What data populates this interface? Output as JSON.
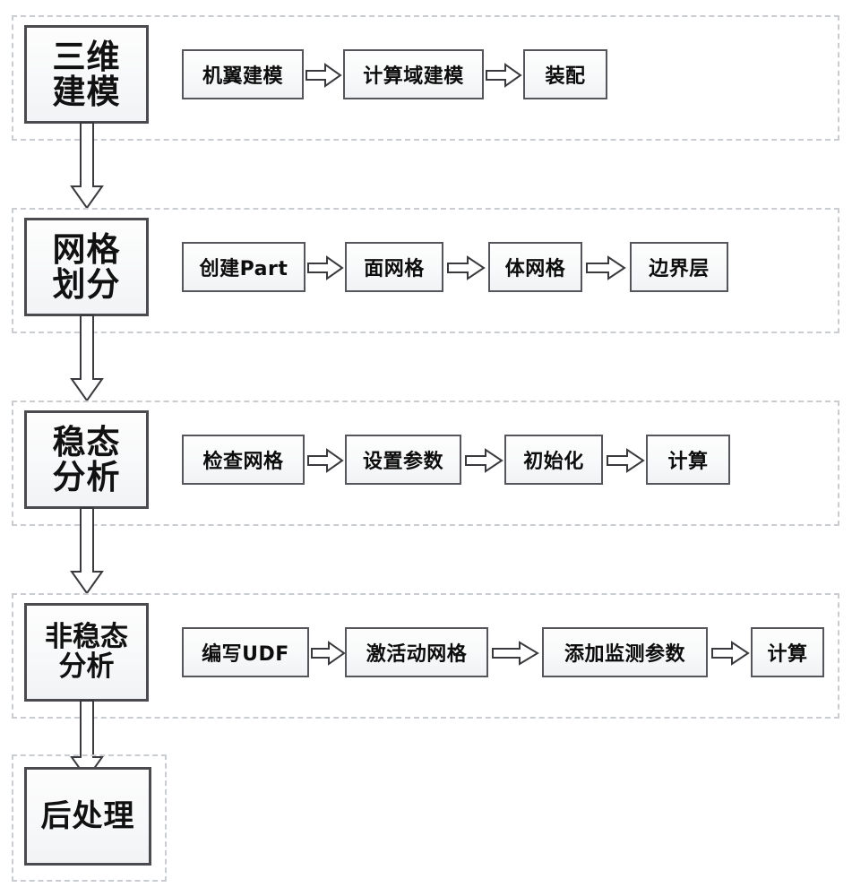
{
  "diagram": {
    "title": "CFD Wing Simulation Workflow Flowchart",
    "orientation": "vertical",
    "accent_border": "#4a4a4f",
    "dashed_border": "#c9cdd2",
    "box_fill": "#f8f9fa",
    "stages": [
      {
        "id": "stage-3d-modeling",
        "label": "三维\n建模",
        "steps": [
          {
            "id": "step-wing-modeling",
            "label": "机翼建模"
          },
          {
            "id": "step-domain-modeling",
            "label": "计算域建模"
          },
          {
            "id": "step-assembly",
            "label": "装配"
          }
        ]
      },
      {
        "id": "stage-meshing",
        "label": "网格\n划分",
        "steps": [
          {
            "id": "step-create-part",
            "label": "创建Part"
          },
          {
            "id": "step-surface-mesh",
            "label": "面网格"
          },
          {
            "id": "step-volume-mesh",
            "label": "体网格"
          },
          {
            "id": "step-boundary-layer",
            "label": "边界层"
          }
        ]
      },
      {
        "id": "stage-steady-analysis",
        "label": "稳态\n分析",
        "steps": [
          {
            "id": "step-check-mesh",
            "label": "检查网格"
          },
          {
            "id": "step-set-parameters",
            "label": "设置参数"
          },
          {
            "id": "step-initialize",
            "label": "初始化"
          },
          {
            "id": "step-compute-steady",
            "label": "计算"
          }
        ]
      },
      {
        "id": "stage-unsteady-analysis",
        "label": "非稳态\n分析",
        "steps": [
          {
            "id": "step-write-udf",
            "label": "编写UDF"
          },
          {
            "id": "step-activate-dynamic-mesh",
            "label": "激活动网格"
          },
          {
            "id": "step-add-monitor-parameters",
            "label": "添加监测参数"
          },
          {
            "id": "step-compute-unsteady",
            "label": "计算"
          }
        ]
      },
      {
        "id": "stage-post-processing",
        "label": "后处理",
        "steps": []
      }
    ],
    "connectors": {
      "vertical_arrow_icon": "arrow-down-block-icon",
      "horizontal_arrow_icon": "arrow-right-block-icon",
      "vertical_count": 4,
      "horizontal_count": 13
    }
  }
}
